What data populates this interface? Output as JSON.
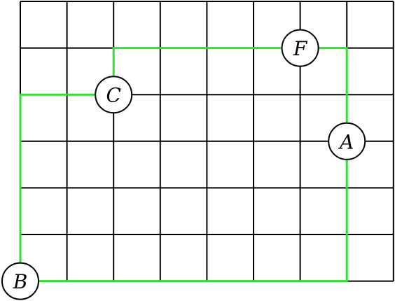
{
  "colors": {
    "grid": "#000000",
    "path": "#33dd33",
    "node_fill": "#ffffff",
    "node_stroke": "#000000",
    "background": "#ffffff"
  },
  "grid": {
    "columns": 8,
    "rows": 6
  },
  "nodes": [
    {
      "id": "F",
      "label": "F",
      "col": 6,
      "row": 1
    },
    {
      "id": "C",
      "label": "C",
      "col": 2,
      "row": 2
    },
    {
      "id": "A",
      "label": "A",
      "col": 7,
      "row": 3
    },
    {
      "id": "B",
      "label": "B",
      "col": 0,
      "row": 6
    }
  ],
  "path": [
    {
      "col": 0,
      "row": 6
    },
    {
      "col": 7,
      "row": 6
    },
    {
      "col": 7,
      "row": 1
    },
    {
      "col": 2,
      "row": 1
    },
    {
      "col": 2,
      "row": 2
    },
    {
      "col": 0,
      "row": 2
    },
    {
      "col": 0,
      "row": 6
    }
  ]
}
